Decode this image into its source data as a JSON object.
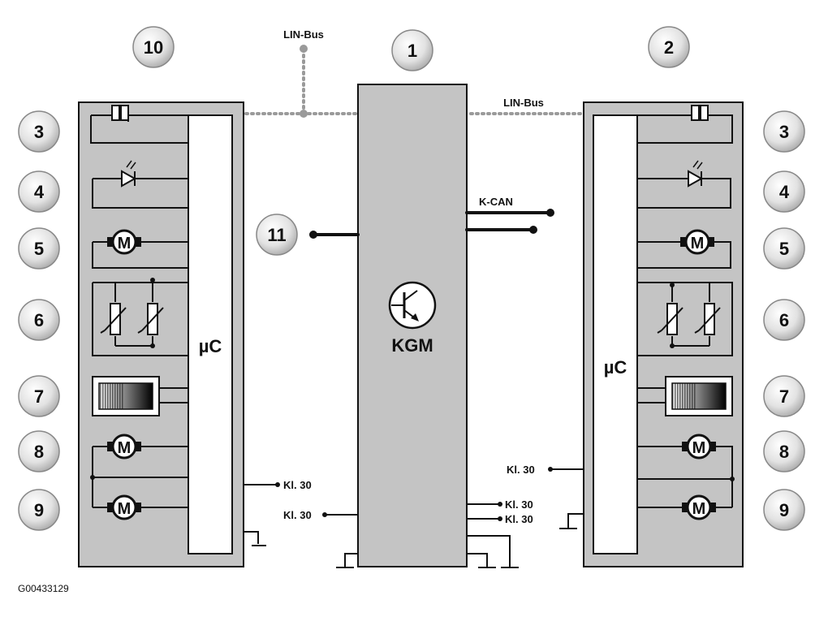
{
  "labels": {
    "lin_bus": "LIN-Bus",
    "k_can": "K-CAN",
    "kl30": "Kl. 30",
    "uc": "µC",
    "kgm": "KGM",
    "motor": "M"
  },
  "callouts": {
    "left_module": "10",
    "center_module": "1",
    "right_module": "2",
    "row3": "3",
    "row4": "4",
    "row5": "5",
    "row6": "6",
    "row7": "7",
    "row8": "8",
    "row9": "9",
    "k_wire": "11"
  },
  "footer": {
    "image_id": "G00433129"
  },
  "colors": {
    "module_fill": "#c4c4c4",
    "outline": "#111111",
    "bus_dots": "#9a9a9a",
    "callout_fill": "#e6e6e6"
  }
}
